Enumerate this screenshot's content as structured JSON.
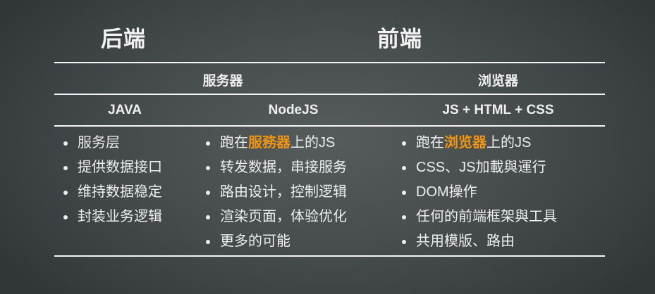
{
  "titles": {
    "backend": "后端",
    "frontend": "前端"
  },
  "row1": {
    "server": "服务器",
    "browser": "浏览器"
  },
  "row2": {
    "java": "JAVA",
    "nodejs": "NodeJS",
    "web": "JS + HTML + CSS"
  },
  "colors": {
    "highlight": "#f09513",
    "line": "#f4f4f4"
  },
  "java_items": [
    "服务层",
    "提供数据接口",
    "维持数据稳定",
    "封装业务逻辑"
  ],
  "node_items": {
    "first": {
      "pre": "跑在",
      "hl": "服務器",
      "post": "上的JS"
    },
    "rest": [
      "转发数据，串接服务",
      "路由设计，控制逻辑",
      "渲染页面，体验优化",
      "更多的可能"
    ]
  },
  "browser_items": {
    "first": {
      "pre": "跑在",
      "hl": "浏览器",
      "post": "上的JS"
    },
    "rest": [
      "CSS、JS加載與運行",
      "DOM操作",
      "任何的前端框架與工具",
      "共用模版、路由"
    ]
  }
}
